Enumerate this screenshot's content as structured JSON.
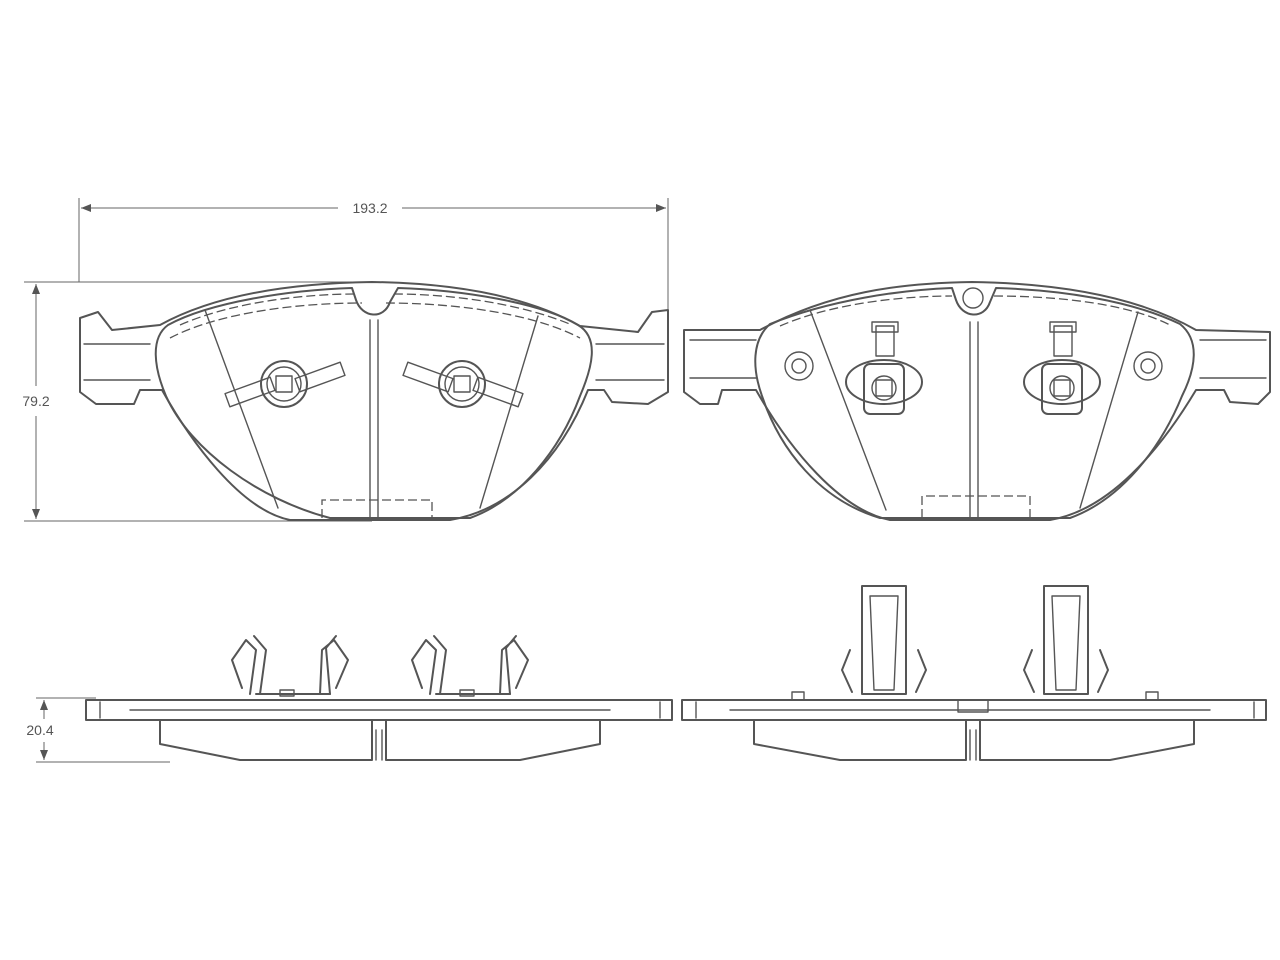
{
  "dimensions": {
    "width": "193.2",
    "height": "79.2",
    "thickness": "20.4"
  },
  "colors": {
    "friction_material": "#efc2a8",
    "outline": "#555555",
    "dimension_line": "#666666",
    "background": "#ffffff"
  }
}
